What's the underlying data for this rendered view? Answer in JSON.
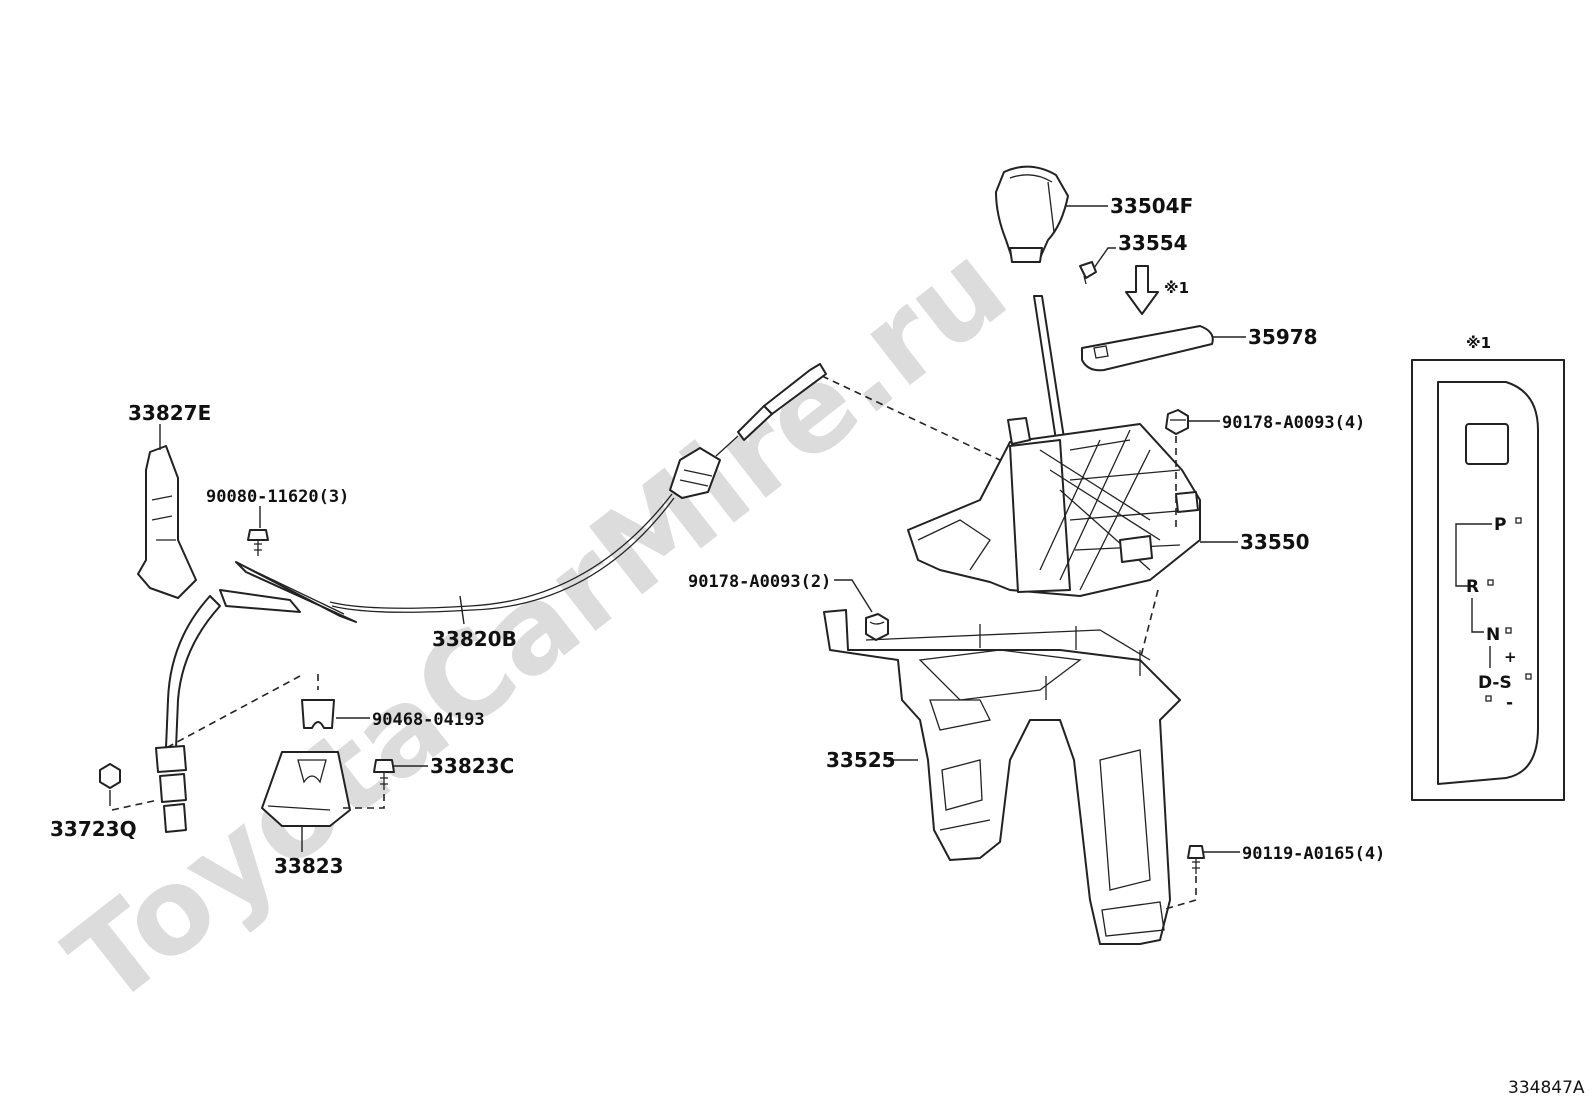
{
  "watermark": "ToyotaCarMire.ru",
  "figure_id": "334847A",
  "inset": {
    "marker": "※1",
    "gear_letters": [
      "P",
      "R",
      "N",
      "D-S"
    ],
    "plus_sign": "+",
    "minus_sign": "-"
  },
  "callout_marker": "※1",
  "labels": {
    "p33504F": "33504F",
    "p33554": "33554",
    "p35978": "35978",
    "p90178_4": "90178-A0093(4)",
    "p33550": "33550",
    "p90178_2": "90178-A0093(2)",
    "p33525": "33525",
    "p90119": "90119-A0165(4)",
    "p33827E": "33827E",
    "p90080": "90080-11620(3)",
    "p33820B": "33820B",
    "p90468": "90468-04193",
    "p33823C": "33823C",
    "p33823": "33823",
    "p33723Q": "33723Q"
  }
}
